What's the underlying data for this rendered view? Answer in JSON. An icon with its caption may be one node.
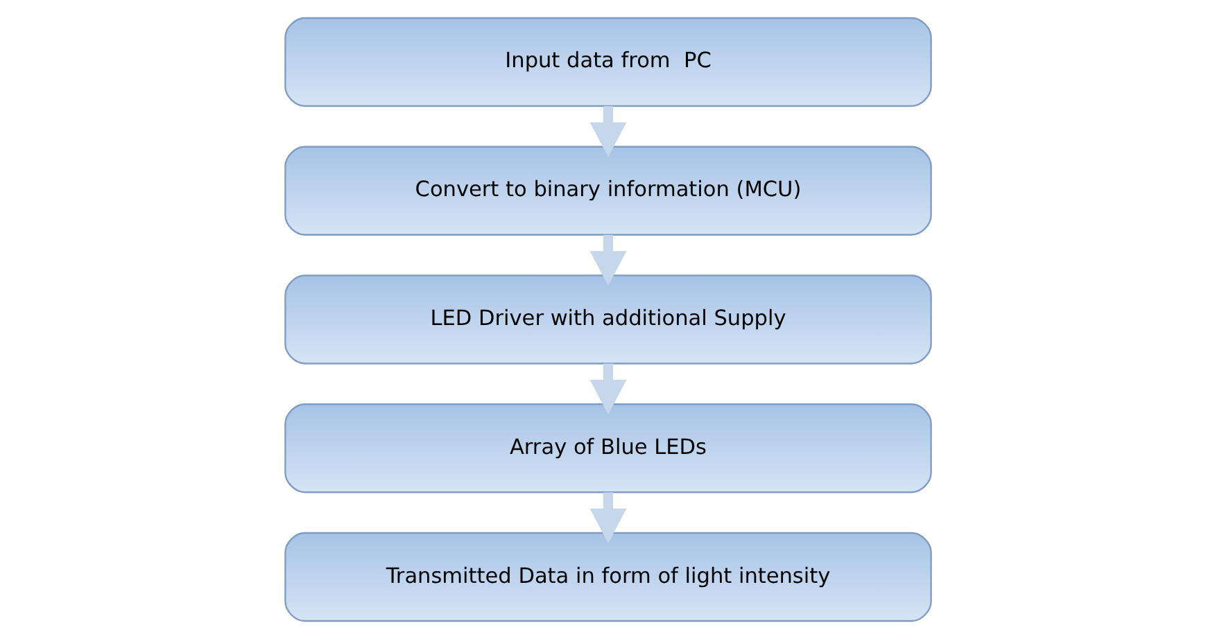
{
  "diagram": {
    "nodes": [
      {
        "text": [
          "Input data from  PC"
        ]
      },
      {
        "text": [
          "Convert to binary information (MCU)"
        ]
      },
      {
        "text": [
          "LED Driver with additional Supply"
        ]
      },
      {
        "text": [
          "Array of Blue LEDs"
        ]
      },
      {
        "text": [
          "Transmitted Data in form of light intensity"
        ]
      }
    ],
    "edges": [
      {
        "from": 0,
        "to": 1,
        "arrow": "to"
      },
      {
        "from": 1,
        "to": 2,
        "arrow": "to"
      },
      {
        "from": 2,
        "to": 3,
        "arrow": "to"
      },
      {
        "from": 3,
        "to": 4,
        "arrow": "to"
      }
    ]
  }
}
